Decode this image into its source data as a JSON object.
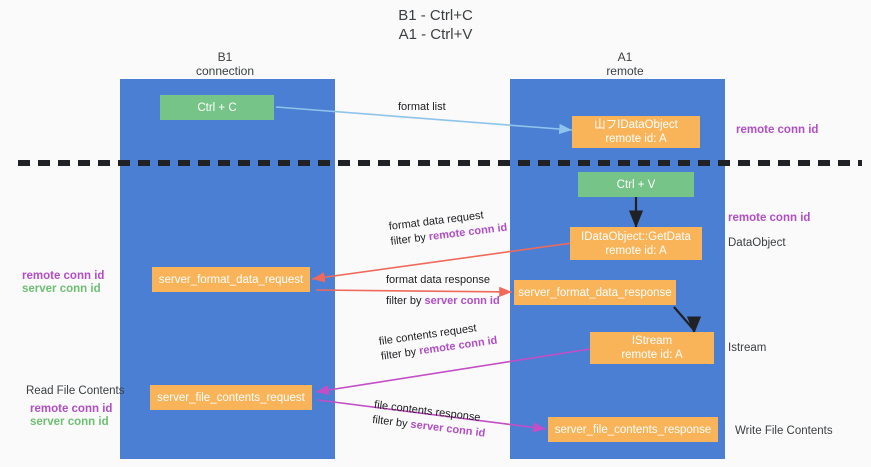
{
  "title": {
    "line1": "B1 - Ctrl+C",
    "line2": "A1 - Ctrl+V"
  },
  "columns": [
    {
      "name": "B1",
      "role": "connection"
    },
    {
      "name": "A1",
      "role": "remote"
    }
  ],
  "nodes": {
    "ctrl_c": {
      "label": "Ctrl + C",
      "color": "#76c487"
    },
    "ctrl_v": {
      "label": "Ctrl + V",
      "color": "#76c487"
    },
    "idataobject": {
      "line1": "山フIDataObject",
      "line2": "remote id: A",
      "color": "#f9b459"
    },
    "getdata": {
      "line1": "IDataObject::GetData",
      "line2": "remote id: A",
      "color": "#f9b459"
    },
    "istream": {
      "line1": "IStream",
      "line2": "remote id: A",
      "color": "#f9b459"
    },
    "server_format_data_request": {
      "label": "server_format_data_request",
      "color": "#f9b459"
    },
    "server_format_data_response": {
      "label": "server_format_data_response",
      "color": "#f9b459"
    },
    "server_file_contents_request": {
      "label": "server_file_contents_request",
      "color": "#f9b459"
    },
    "server_file_contents_response": {
      "label": "server_file_contents_response",
      "color": "#f9b459"
    }
  },
  "edges": {
    "format_list": {
      "label": "format list"
    },
    "format_data_request": {
      "label": "format data request",
      "filter_prefix": "filter by ",
      "filter_key": "remote conn id"
    },
    "format_data_response": {
      "label": "format data response",
      "filter_prefix": "filter by ",
      "filter_key": "server conn id"
    },
    "file_contents_request": {
      "label": "file contents request",
      "filter_prefix": "filter by ",
      "filter_key": "remote conn id"
    },
    "file_contents_response": {
      "label": "file contents response",
      "filter_prefix": "filter by ",
      "filter_key": "server conn id"
    }
  },
  "right_labels": {
    "remote_conn_id_top": "remote conn id",
    "remote_conn_id_mid": "remote conn id",
    "dataobject": "DataObject",
    "istream": "Istream",
    "write_file_contents": "Write File Contents"
  },
  "left_labels": {
    "remote_conn_id": "remote conn id",
    "server_conn_id": "server conn id",
    "read_file_contents": "Read File Contents",
    "remote_conn_id_2": "remote conn id",
    "server_conn_id_2": "server conn id"
  },
  "colors": {
    "lane": "#4a7fd4",
    "green_node": "#76c487",
    "orange_node": "#f9b459",
    "purple": "#b14ec6",
    "green_text": "#6fbf73",
    "arrow_blue": "#8ec4ea",
    "arrow_red": "#ef6a5a",
    "arrow_magenta": "#c44ec6",
    "arrow_black": "#202124",
    "background": "#fafafa"
  }
}
